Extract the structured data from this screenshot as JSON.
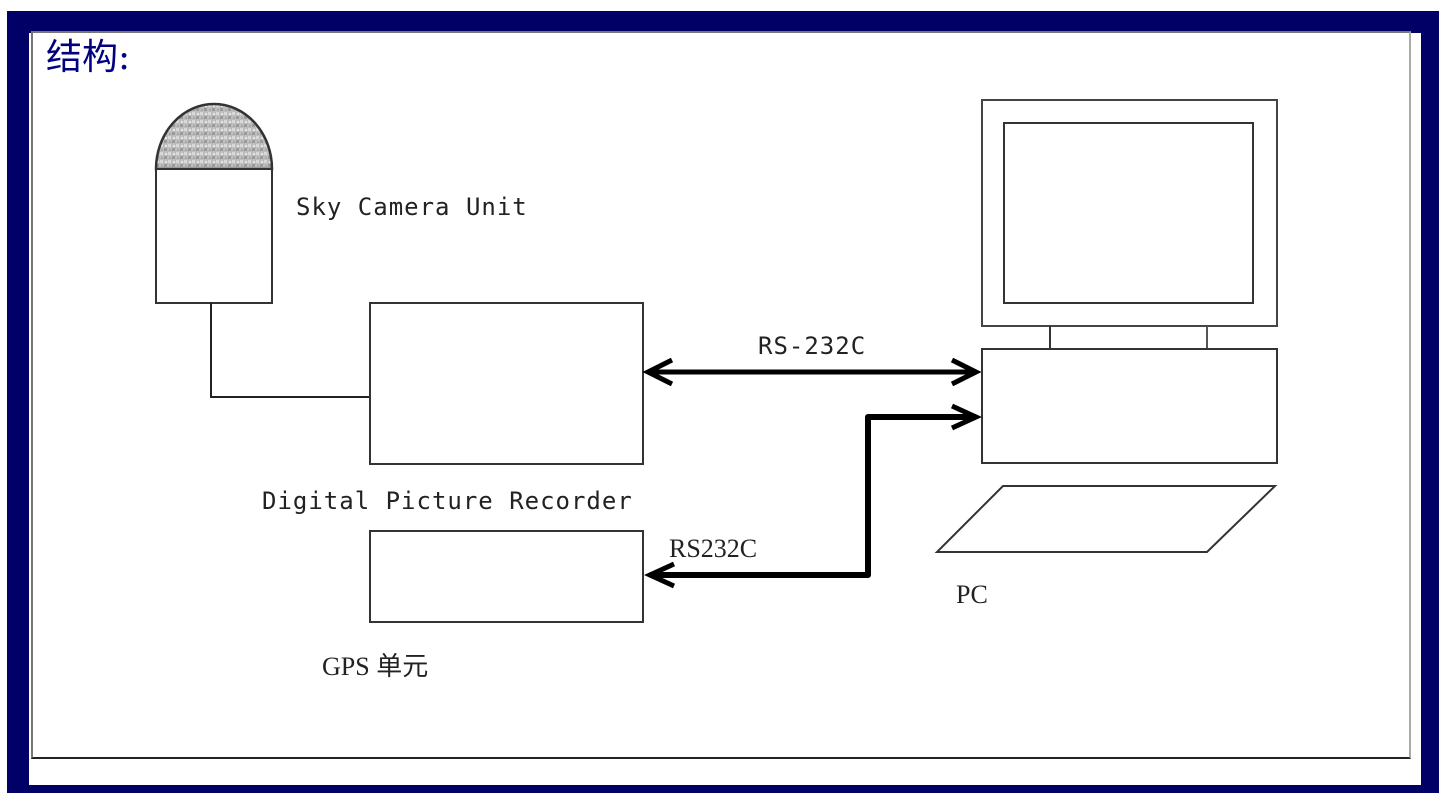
{
  "title": "结构:",
  "nodes": {
    "sky_camera": "Sky Camera Unit",
    "recorder": "Digital Picture Recorder",
    "gps": "GPS 单元",
    "pc": "PC"
  },
  "links": {
    "recorder_pc": "RS-232C",
    "gps_pc": "RS232C"
  },
  "colors": {
    "frame": "#000066",
    "title": "#000080"
  }
}
